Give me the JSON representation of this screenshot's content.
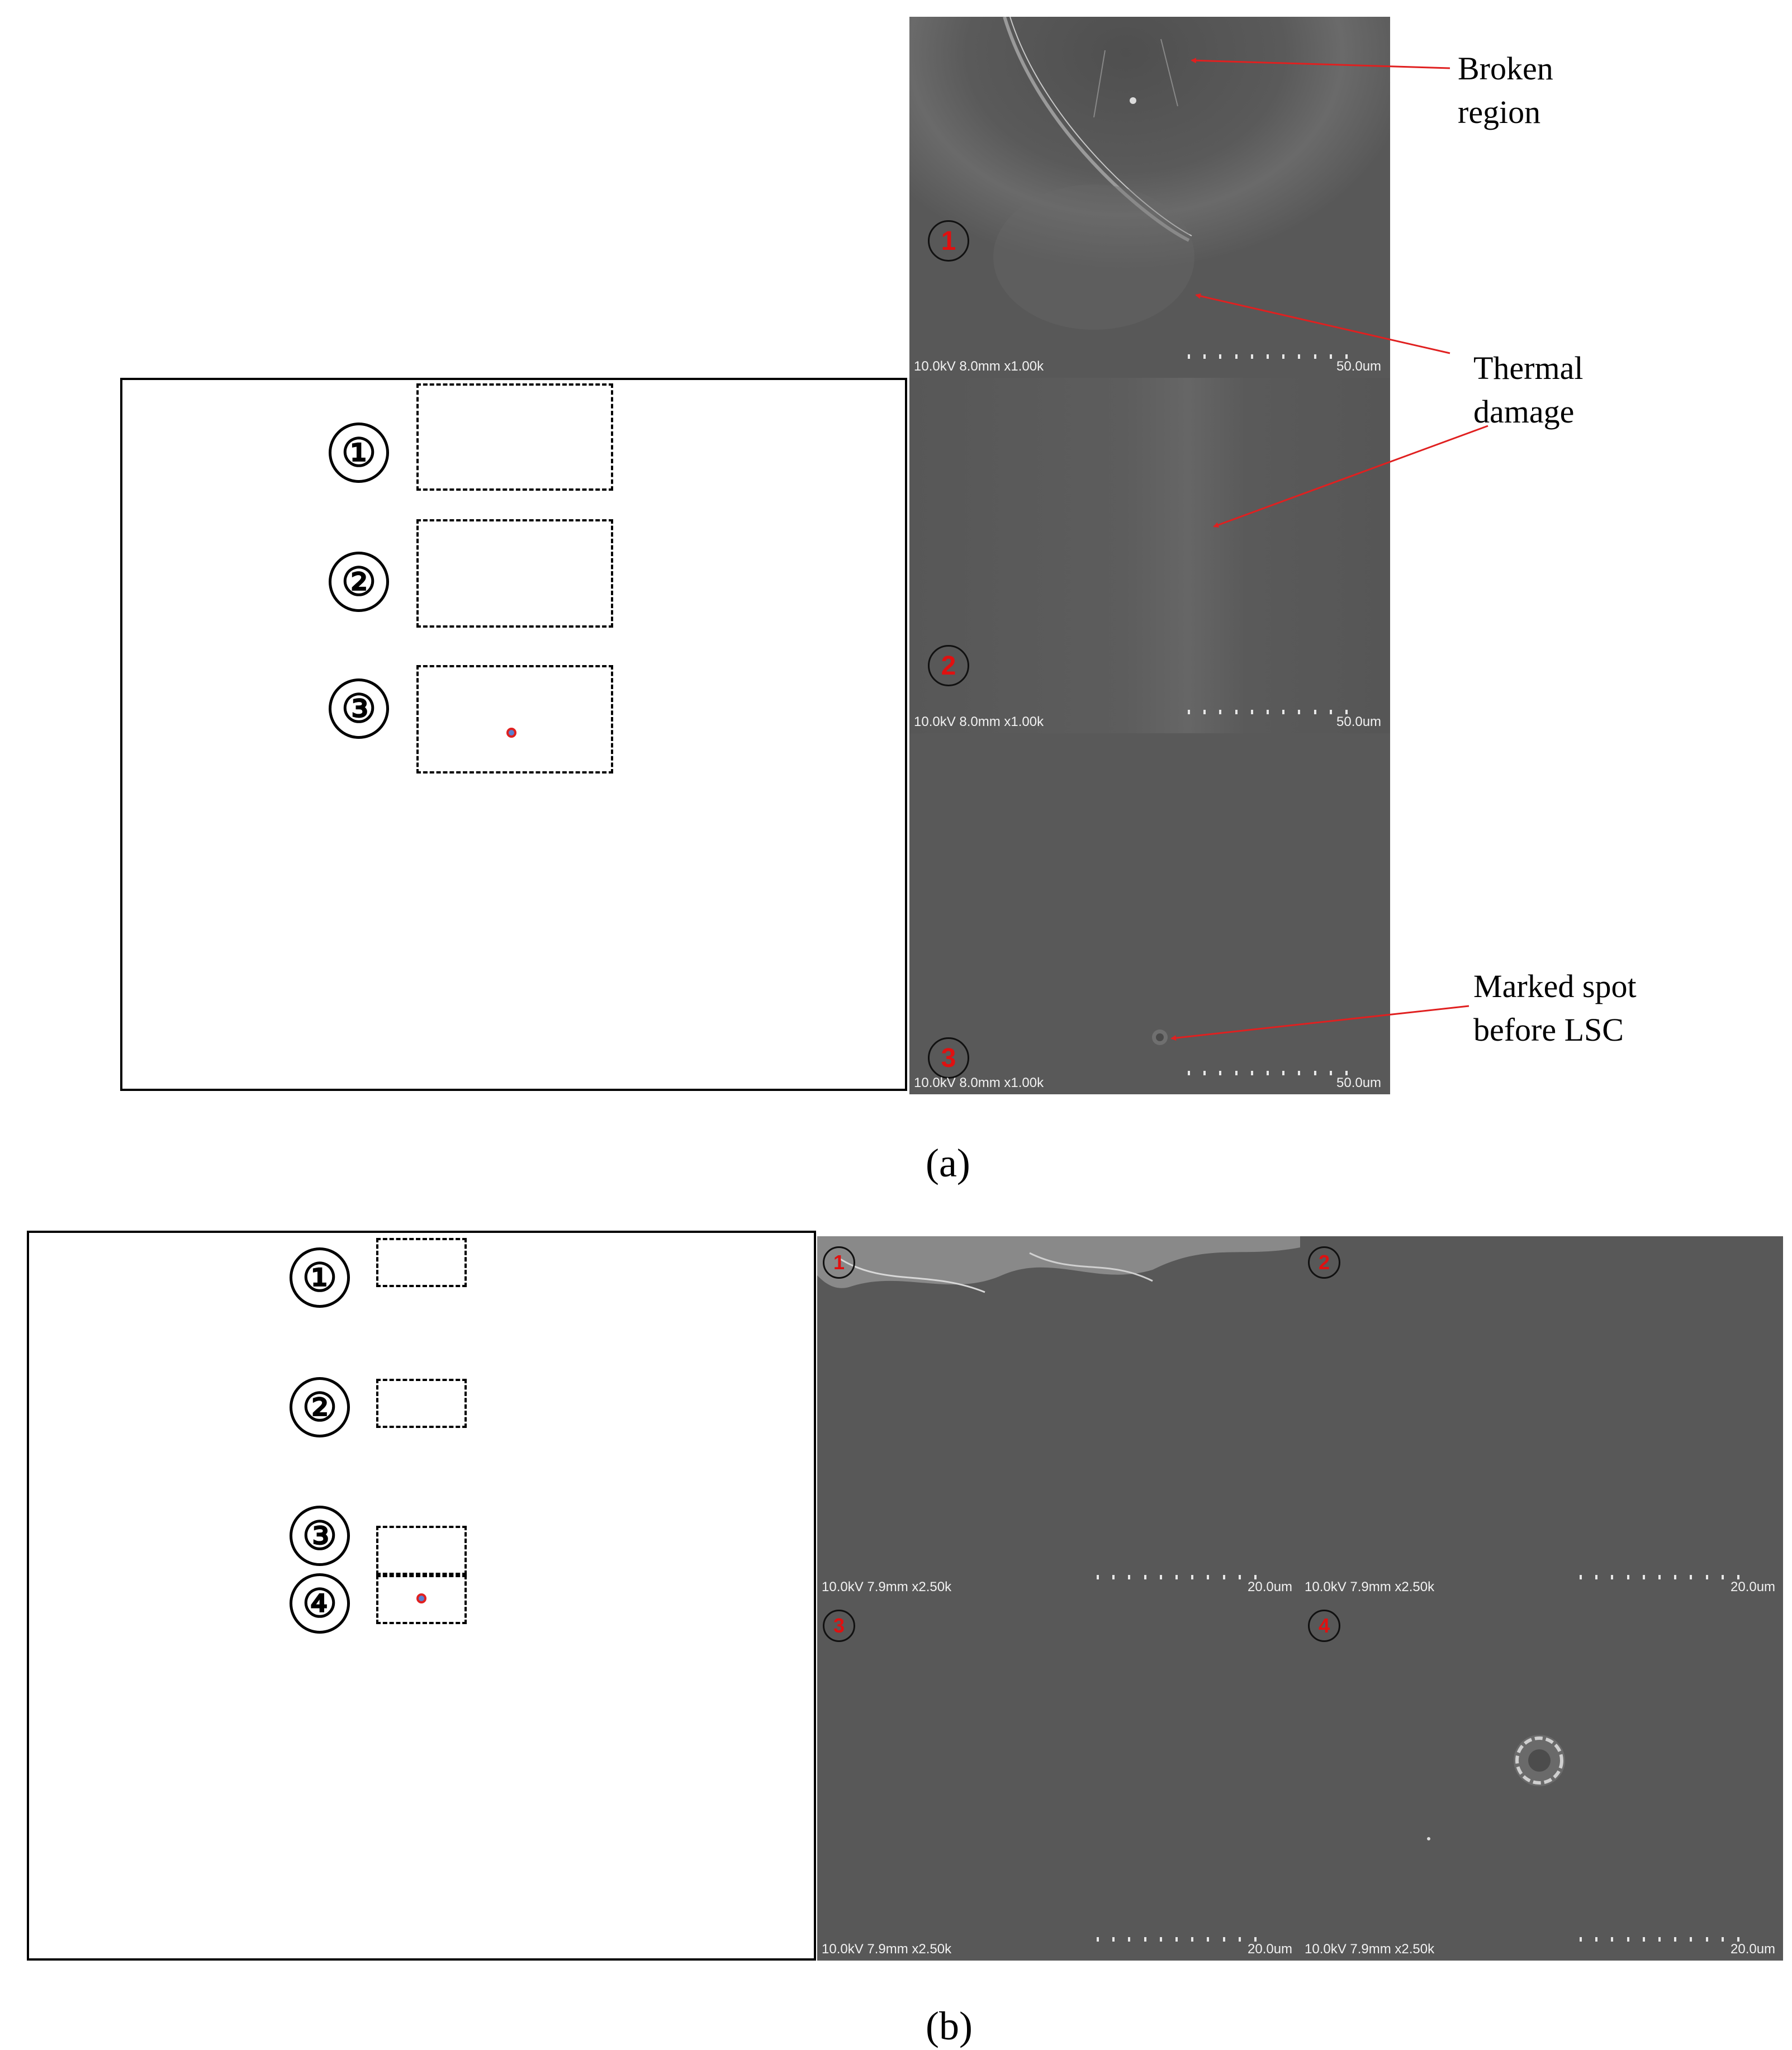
{
  "panel_a": {
    "caption": "(a)",
    "region_markers": [
      "①",
      "②",
      "③"
    ],
    "sem_images": [
      {
        "marker": "1",
        "info": "10.0kV 8.0mm x1.00k",
        "scale": "50.0um"
      },
      {
        "marker": "2",
        "info": "10.0kV 8.0mm x1.00k",
        "scale": "50.0um"
      },
      {
        "marker": "3",
        "info": "10.0kV 8.0mm x1.00k",
        "scale": "50.0um"
      }
    ],
    "annotations": {
      "broken_line1": "Broken",
      "broken_line2": "region",
      "thermal_line1": "Thermal",
      "thermal_line2": "damage",
      "marked_line1": "Marked spot",
      "marked_line2": "before LSC"
    }
  },
  "panel_b": {
    "caption": "(b)",
    "region_markers": [
      "①",
      "②",
      "③",
      "④"
    ],
    "sem_images": [
      {
        "marker": "1",
        "info": "10.0kV 7.9mm x2.50k",
        "scale": "20.0um"
      },
      {
        "marker": "2",
        "info": "10.0kV 7.9mm x2.50k",
        "scale": "20.0um"
      },
      {
        "marker": "3",
        "info": "10.0kV 7.9mm x2.50k",
        "scale": "20.0um"
      },
      {
        "marker": "4",
        "info": "10.0kV 7.9mm x2.50k",
        "scale": "20.0um"
      }
    ]
  },
  "colors": {
    "annotation_arrow": "#e02020",
    "sem_background": "#585858",
    "marker_red": "#e01010"
  }
}
